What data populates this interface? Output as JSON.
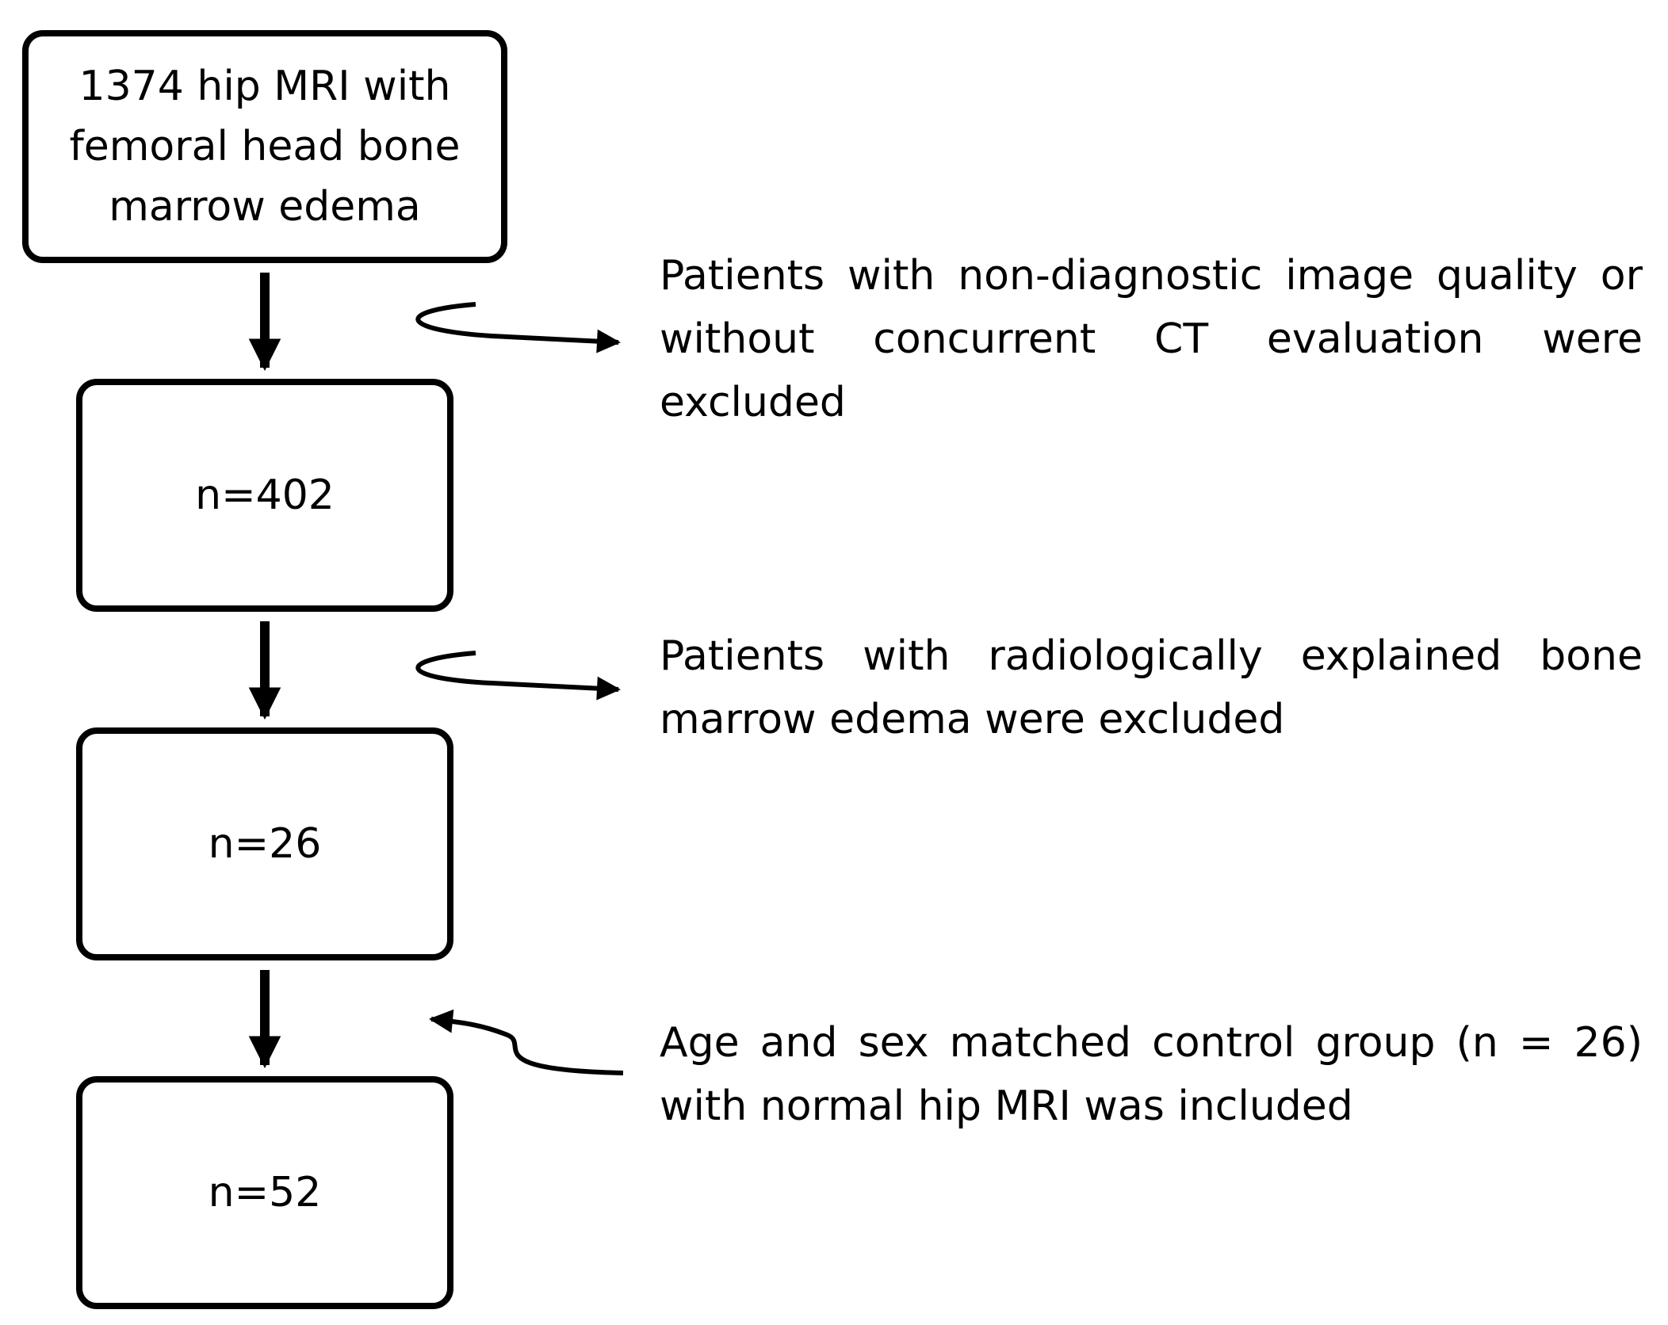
{
  "flow": {
    "steps": [
      {
        "label": "1374 hip MRI with femoral head bone marrow edema"
      },
      {
        "label": "n=402"
      },
      {
        "label": "n=26"
      },
      {
        "label": "n=52"
      }
    ],
    "notes": [
      {
        "text": "Patients with non-diagnostic image quality or without concurrent CT evaluation were excluded",
        "direction": "exclusion"
      },
      {
        "text": "Patients with radiologically explained bone marrow edema were excluded",
        "direction": "exclusion"
      },
      {
        "text": "Age and sex matched control group (n = 26) with normal hip MRI was included",
        "direction": "inclusion"
      }
    ]
  },
  "colors": {
    "stroke": "#000000",
    "background": "#ffffff"
  }
}
